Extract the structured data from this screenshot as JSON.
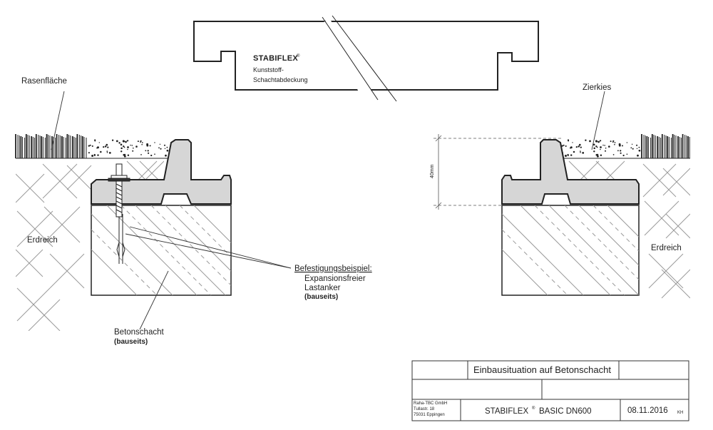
{
  "cover": {
    "brand": "STABIFLEX",
    "brand_mark": "®",
    "line1": "Kunststoff-",
    "line2": "Schachtabdeckung"
  },
  "labels": {
    "rasenflaeche": "Rasenfläche",
    "zierkies": "Zierkies",
    "erdreich_left": "Erdreich",
    "erdreich_right": "Erdreich",
    "befestigung_title": "Befestigungsbeispiel:",
    "befestigung_line1": "Expansionsfreier",
    "befestigung_line2": "Lastanker",
    "befestigung_note": "(bauseits)",
    "betonschacht": "Betonschacht",
    "betonschacht_note": "(bauseits)",
    "dimension": "40mm"
  },
  "title_block": {
    "title": "Einbausituation auf Betonschacht",
    "company_line1": "Raha-TBC GmbH",
    "company_line2": "Tullastr. 18",
    "company_line3": "75031 Eppingen",
    "product_brand": "STABIFLEX",
    "product_mark": "®",
    "product_name": "BASIC DN600",
    "date": "08.11.2016",
    "initials": "KH"
  },
  "colors": {
    "line": "#222222",
    "frame_fill": "#d6d6d6",
    "hatch": "#9a9a9a"
  }
}
